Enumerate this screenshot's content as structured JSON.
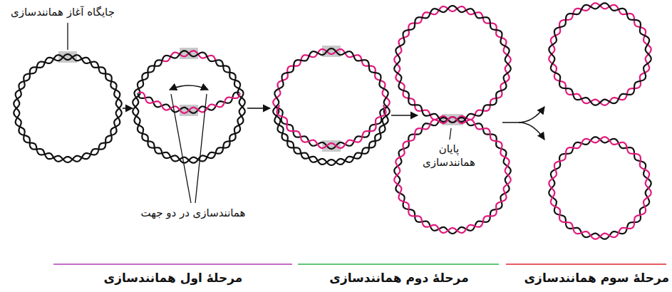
{
  "diagram": {
    "labels": [
      "جایگاه آغاز همانندسازی",
      "همانندسازی در دو جهت",
      "پایان همانندسازی",
      "مرحلهٔ اول همانندسازی",
      "مرحلهٔ دوم همانندسازی",
      "مرحلهٔ سوم همانندسازی"
    ]
  }
}
